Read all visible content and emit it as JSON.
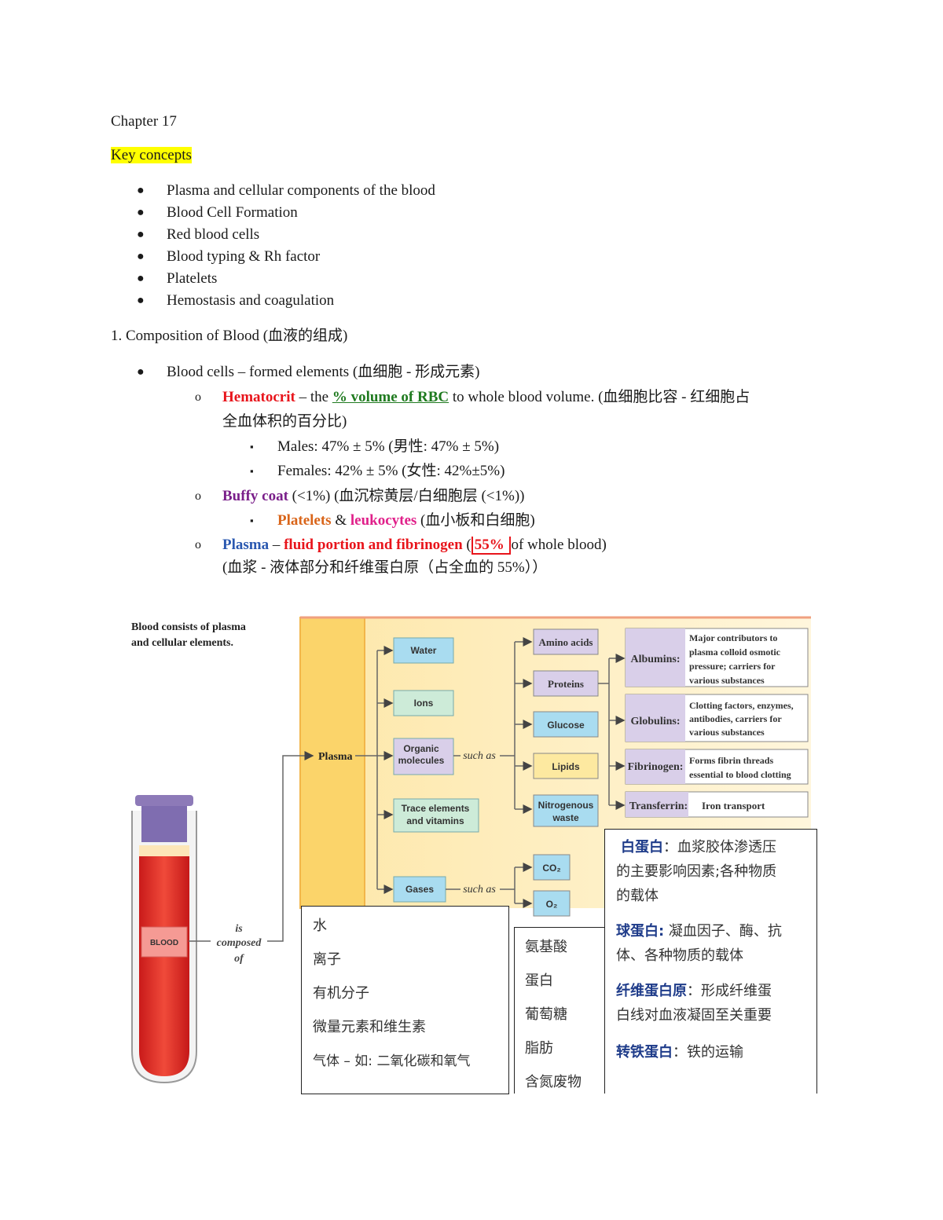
{
  "header": {
    "chapter": "Chapter 17",
    "key_concepts": "Key concepts"
  },
  "concepts": [
    "Plasma and cellular components of the blood",
    "Blood Cell Formation",
    "Red blood cells",
    "Blood typing & Rh factor",
    "Platelets",
    "Hemostasis and coagulation"
  ],
  "section1": {
    "title": "1. Composition of Blood (血液的组成)",
    "blood_cells": "Blood cells – formed elements (血细胞 - 形成元素)",
    "hematocrit": {
      "term": "Hematocrit",
      "dash": " – the ",
      "highlight": "% volume of RBC",
      "rest": " to whole blood volume. (血细胞比容 - 红细胞占",
      "rest2": "全血体积的百分比)"
    },
    "males": "Males: 47% ± 5% (男性: 47% ± 5%)",
    "females": "Females: 42% ± 5% (女性:  42%±5%)",
    "buffy": {
      "term": "Buffy coat",
      "rest": " (<1%) (血沉棕黄层/白细胞层 (<1%))"
    },
    "platelets_line": {
      "platelets": "Platelets",
      "amp": " & ",
      "leukocytes": "leukocytes",
      "rest": " (血小板和白细胞)"
    },
    "plasma": {
      "term": "Plasma",
      "dash": " – ",
      "fluid": "fluid portion and fibrinogen",
      "open": " (",
      "pct": "55% ",
      "rest": "of whole blood)",
      "cn": "(血浆 - 液体部分和纤维蛋白原（占全血的 55%））"
    }
  },
  "bullet_glyphs": {
    "disc": "●",
    "circle": "o",
    "square": "▪"
  },
  "figure": {
    "caption_line1": "Blood consists of plasma",
    "caption_line2": "and cellular elements.",
    "tube_label": "BLOOD",
    "is": "is",
    "composed": "composed",
    "of": "of",
    "plasma": "Plasma",
    "such_as_1": "such as",
    "such_as_2": "such as",
    "col1": [
      "Water",
      "Ions",
      "Organic",
      "molecules",
      "Trace elements",
      "and vitamins",
      "Gases"
    ],
    "col2": [
      "Amino acids",
      "Proteins",
      "Glucose",
      "Lipids",
      "Nitrogenous",
      "waste"
    ],
    "gases": [
      "CO₂",
      "O₂"
    ],
    "proteins": [
      {
        "name": "Albumins:",
        "desc": [
          "Major contributors to",
          "plasma colloid osmotic",
          "pressure; carriers for",
          "various substances"
        ]
      },
      {
        "name": "Globulins:",
        "desc": [
          "Clotting factors, enzymes,",
          "antibodies, carriers for",
          "various substances"
        ]
      },
      {
        "name": "Fibrinogen:",
        "desc": [
          "Forms fibrin threads",
          "essential to blood clotting"
        ]
      },
      {
        "name": "Transferrin:",
        "desc": [
          "Iron transport"
        ]
      }
    ],
    "cn_left": [
      "水",
      "离子",
      "有机分子",
      "微量元素和维生素",
      "气体 – 如:  二氧化碳和氧气"
    ],
    "cn_mid": [
      "氨基酸",
      "蛋白",
      "葡萄糖",
      "脂肪",
      "含氮废物"
    ],
    "cn_right": {
      "albumin_term": "白蛋白",
      "albumin_desc1": "：血浆胶体渗透压",
      "albumin_desc2": "的主要影响因素;各种物质",
      "albumin_desc3": "的载体",
      "globulin_term": "球蛋白:",
      "globulin_desc1": " 凝血因子、酶、抗",
      "globulin_desc2": "体、各种物质的载体",
      "fibrinogen_term": "纤维蛋白原",
      "fibrinogen_desc1": "：形成纤维蛋",
      "fibrinogen_desc2": "白线对血液凝固至关重要",
      "transferrin_term": "转铁蛋白",
      "transferrin_desc": "：铁的运输"
    }
  },
  "colors": {
    "highlight": "#ffff00",
    "red": "#e8141b",
    "green": "#1f7a1f",
    "purple": "#7a1f8a",
    "orange": "#d9651a",
    "pink": "#e0208a",
    "blue": "#2a58b0"
  }
}
